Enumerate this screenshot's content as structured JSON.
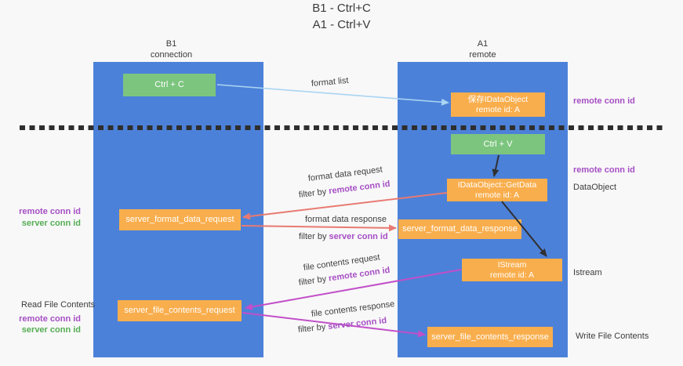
{
  "title": {
    "line1": "B1 - Ctrl+C",
    "line2": "A1 - Ctrl+V"
  },
  "lifelines": {
    "left": {
      "name": "B1",
      "role": "connection"
    },
    "right": {
      "name": "A1",
      "role": "remote"
    }
  },
  "boxes": {
    "ctrl_c": {
      "label": "Ctrl + C"
    },
    "ctrl_v": {
      "label": "Ctrl + V"
    },
    "saved_dataobject": {
      "line1": "保存IDataObject",
      "line2": "remote id: A"
    },
    "getdata": {
      "line1": "IDataObject::GetData",
      "line2": "remote id: A"
    },
    "istream": {
      "line1": "IStream",
      "line2": "remote id: A"
    },
    "server_format_data_request": {
      "label": "server_format_data_request"
    },
    "server_format_data_response": {
      "label": "server_format_data_response"
    },
    "server_file_contents_request": {
      "label": "server_file_contents_request"
    },
    "server_file_contents_response": {
      "label": "server_file_contents_response"
    }
  },
  "flow_labels": {
    "format_list": "format list",
    "format_data_request": "format data request",
    "format_data_response": "format data response",
    "file_contents_request": "file contents request",
    "file_contents_response": "file contents response",
    "filter_by": "filter by ",
    "remote_conn_id": "remote conn id",
    "server_conn_id": "server conn id"
  },
  "side_labels": {
    "remote_conn_id": "remote conn id",
    "server_conn_id": "server conn id",
    "dataobject": "DataObject",
    "istream": "Istream",
    "read_file_contents": "Read File Contents",
    "write_file_contents": "Write File Contents"
  },
  "colors": {
    "lifeline_blue": "#4c81d9",
    "box_green": "#7cc57e",
    "box_orange": "#f9ae4d",
    "arrow_salmon": "#e87a72",
    "arrow_magenta": "#c24fc9",
    "arrow_light_blue": "#a9d5f2",
    "arrow_black": "#303030",
    "text_purple": "#a64fc4",
    "text_green": "#56ad56"
  }
}
